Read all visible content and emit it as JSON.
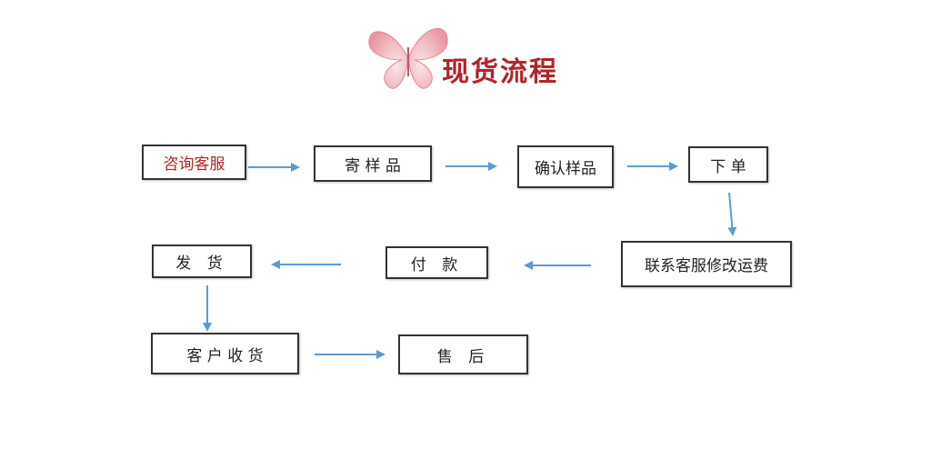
{
  "title": "现货流程",
  "colors": {
    "title": "#b3232a",
    "arrow": "#5b9bd5",
    "box_border": "#333333"
  },
  "steps": {
    "consult": "咨询客服",
    "send_sample": "寄 样 品",
    "confirm_sample": "确认样品",
    "place_order": "下 单",
    "contact_freight": "联系客服修改运费",
    "pay": "付 款",
    "ship": "发 货",
    "receive": "客 户 收 货",
    "after_sales": "售 后"
  },
  "icons": [
    "butterfly-logo-icon"
  ]
}
